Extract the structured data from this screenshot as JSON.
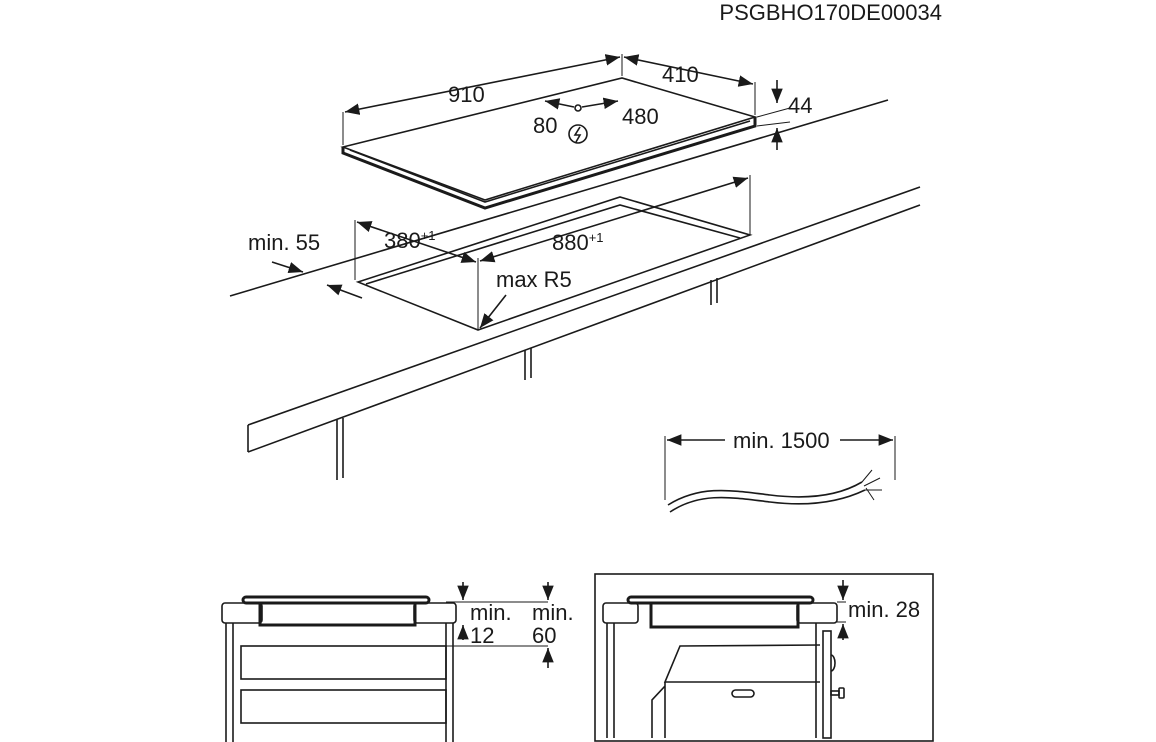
{
  "code": "PSGBHO170DE00034",
  "hob": {
    "width": "910",
    "depth": "410",
    "height": "44",
    "cable_from_side": "80",
    "cable_from_back": "480"
  },
  "cutout": {
    "depth": "380",
    "width": "880",
    "tolerance": "+1",
    "radius": "max R5",
    "front_clearance": "min. 55"
  },
  "cable": {
    "length": "min. 1500"
  },
  "section_left": {
    "label_a1": "min.",
    "label_a2": "12",
    "label_b1": "min.",
    "label_b2": "60"
  },
  "section_right": {
    "label": "min. 28"
  }
}
